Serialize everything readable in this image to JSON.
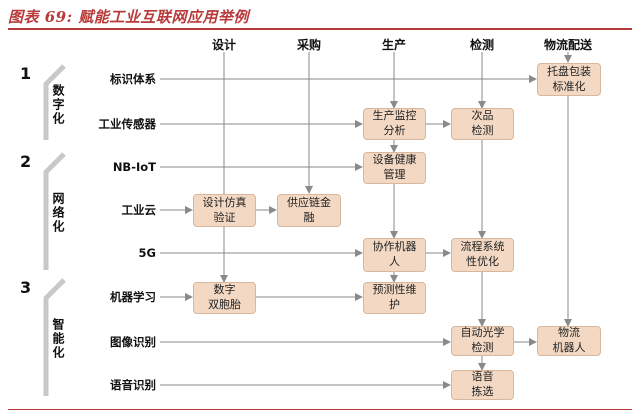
{
  "title": "图表 69: 赋能工业互联网应用举例",
  "columns": [
    "设计",
    "采购",
    "生产",
    "检测",
    "物流配送"
  ],
  "groups": [
    {
      "number": "1",
      "label": "数字化"
    },
    {
      "number": "2",
      "label": "网络化"
    },
    {
      "number": "3",
      "label": "智能化"
    }
  ],
  "technologies": [
    "标识体系",
    "工业传感器",
    "NB-IoT",
    "工业云",
    "5G",
    "机器学习",
    "图像识别",
    "语音识别"
  ],
  "nodes": [
    {
      "label": "托盘包装\n标准化"
    },
    {
      "label": "生产监控\n分析"
    },
    {
      "label": "次品\n检测"
    },
    {
      "label": "设备健康\n管理"
    },
    {
      "label": "设计仿真\n验证"
    },
    {
      "label": "供应链金\n融"
    },
    {
      "label": "协作机器\n人"
    },
    {
      "label": "流程系统\n性优化"
    },
    {
      "label": "数字\n双胞胎"
    },
    {
      "label": "预测性维\n护"
    },
    {
      "label": "自动光学\n检测"
    },
    {
      "label": "物流\n机器人"
    },
    {
      "label": "语音\n拣选"
    }
  ],
  "colors": {
    "title": "#b83a3a",
    "box_fill": "#f3d9c4",
    "line": "#8a8a8a"
  }
}
